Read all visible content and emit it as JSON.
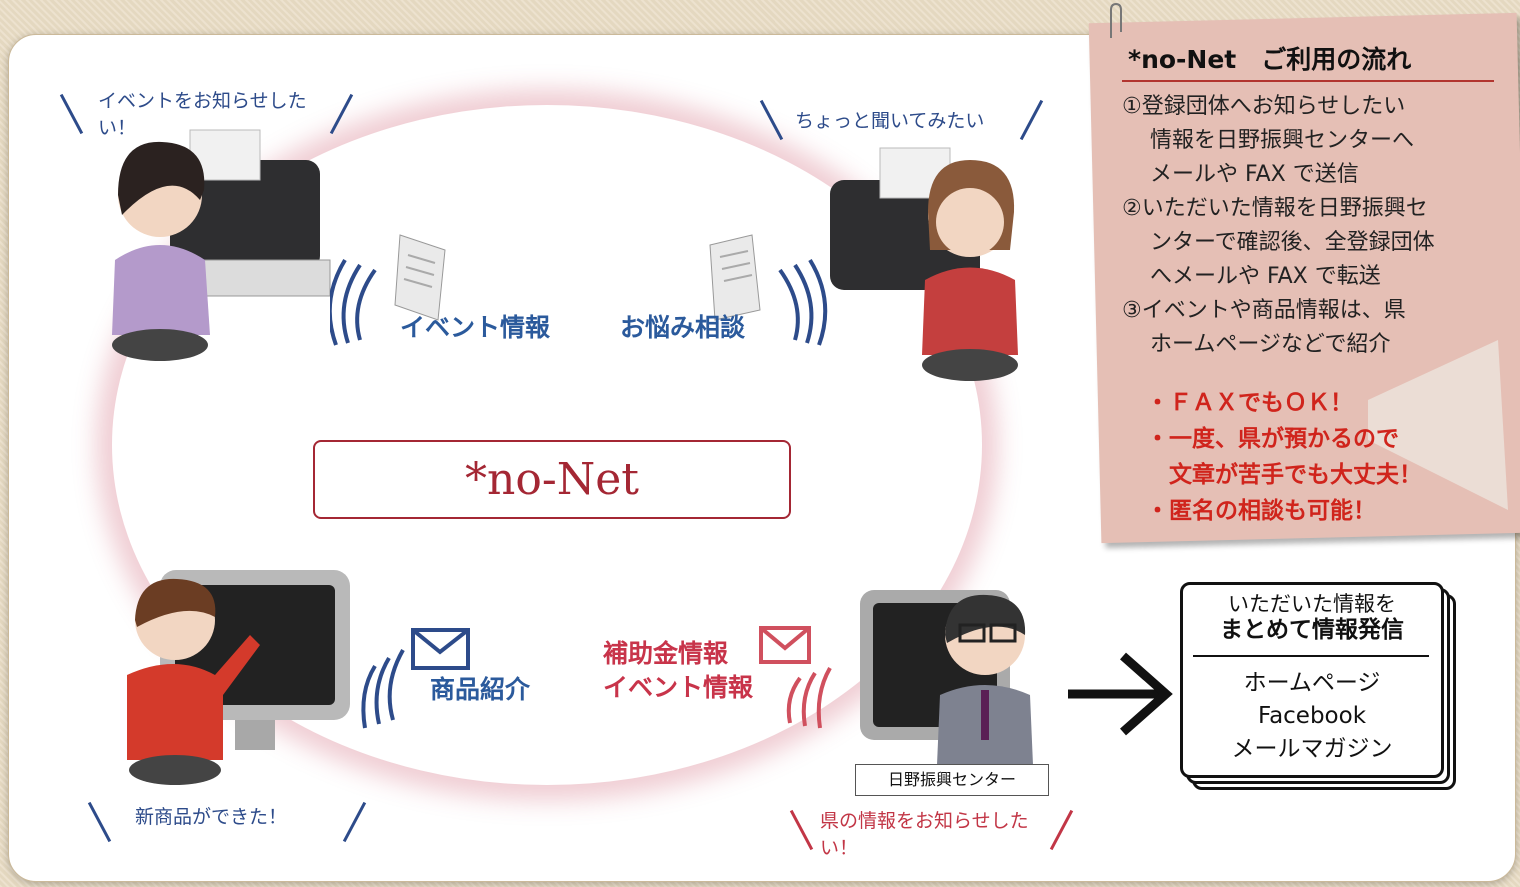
{
  "diagram": {
    "center_label": "*no-Net",
    "balloons": {
      "top_left": "イベントをお知らせしたい！",
      "top_right": "ちょっと聞いてみたい",
      "bottom_left": "新商品ができた！",
      "bottom_right": "県の情報をお知らせしたい！"
    },
    "flows": {
      "event_info": "イベント情報",
      "consultation": "お悩み相談",
      "product": "商品紹介",
      "subsidy": "補助金情報",
      "event_info_red": "イベント情報"
    },
    "center_tag": "日野振興センター"
  },
  "note": {
    "title": "*no-Net　ご利用の流れ",
    "steps": [
      [
        "①登録団体へお知らせしたい",
        "情報を日野振興センターへ",
        "メールや FAX で送信"
      ],
      [
        "②いただいた情報を日野振興セ",
        "ンターで確認後、全登録団体",
        "へメールや FAX で転送"
      ],
      [
        "③イベントや商品情報は、県",
        "ホームページなどで紹介"
      ]
    ],
    "points": [
      "・ＦＡＸでもＯＫ！",
      "・一度、県が預かるので",
      "　文章が苦手でも大丈夫！",
      "・匿名の相談も可能！"
    ]
  },
  "output": {
    "line1": "いただいた情報を",
    "line2": "まとめて情報発信",
    "channels": [
      "ホームページ",
      "Facebook",
      "メールマガジン"
    ]
  },
  "colors": {
    "blue": "#2d4b8a",
    "red": "#c23646",
    "note_bg": "#e5bfb5"
  }
}
